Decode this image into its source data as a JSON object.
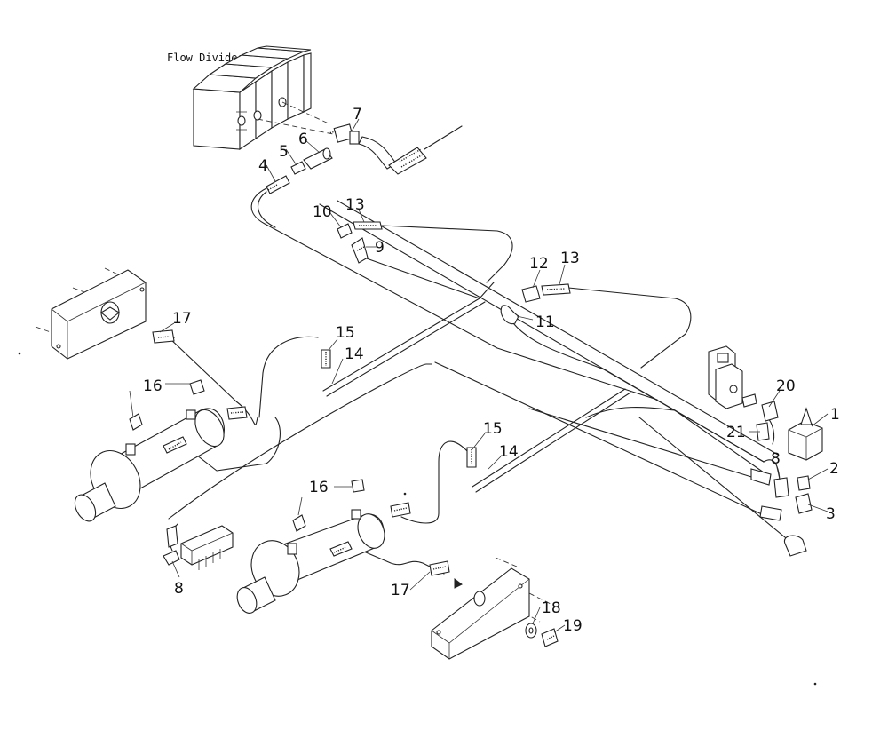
{
  "title": "Flow Divider",
  "callouts": [
    {
      "id": "c4",
      "num": "4"
    },
    {
      "id": "c5",
      "num": "5"
    },
    {
      "id": "c6",
      "num": "6"
    },
    {
      "id": "c7",
      "num": "7"
    },
    {
      "id": "c10",
      "num": "10"
    },
    {
      "id": "c13a",
      "num": "13"
    },
    {
      "id": "c9",
      "num": "9"
    },
    {
      "id": "c12",
      "num": "12"
    },
    {
      "id": "c13b",
      "num": "13"
    },
    {
      "id": "c11",
      "num": "11"
    },
    {
      "id": "c17a",
      "num": "17"
    },
    {
      "id": "c15a",
      "num": "15"
    },
    {
      "id": "c14a",
      "num": "14"
    },
    {
      "id": "c16a",
      "num": "16"
    },
    {
      "id": "c20",
      "num": "20"
    },
    {
      "id": "c1",
      "num": "1"
    },
    {
      "id": "c21",
      "num": "21"
    },
    {
      "id": "c15b",
      "num": "15"
    },
    {
      "id": "c14b",
      "num": "14"
    },
    {
      "id": "c8a",
      "num": "8"
    },
    {
      "id": "c2",
      "num": "2"
    },
    {
      "id": "c16b",
      "num": "16"
    },
    {
      "id": "c3",
      "num": "3"
    },
    {
      "id": "c8b",
      "num": "8"
    },
    {
      "id": "c17b",
      "num": "17"
    },
    {
      "id": "c18",
      "num": "18"
    },
    {
      "id": "c19",
      "num": "19"
    }
  ]
}
